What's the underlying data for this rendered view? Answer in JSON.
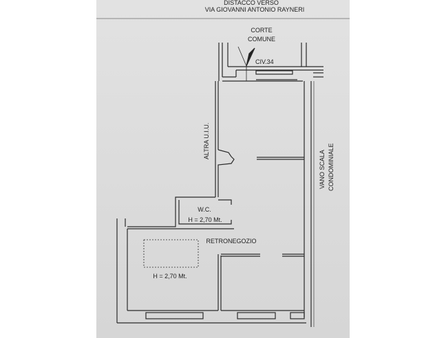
{
  "header": {
    "line1": "DISTACCO VERSO",
    "line2": "VIA GIOVANNI ANTONIO RAYNERI"
  },
  "plan": {
    "courtyard": [
      "CORTE",
      "COMUNE"
    ],
    "civic_number": "CIV.34",
    "other_unit": "ALTRA U.I.U.",
    "stairwell": [
      "VANO SCALA",
      "CONDOMINIALE"
    ],
    "wc": {
      "name": "W.C.",
      "height": "H = 2,70 Mt."
    },
    "back_shop": {
      "name": "RETRONEGOZIO",
      "height": "H = 2,70 Mt."
    }
  }
}
